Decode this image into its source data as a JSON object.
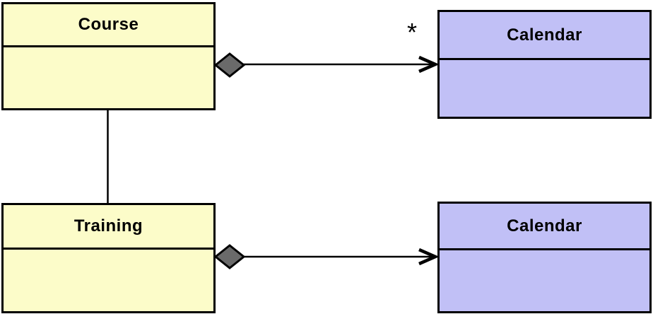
{
  "diagram": {
    "type": "uml-class-diagram",
    "colors": {
      "background": "#ffffff",
      "class_fill_yellow": "#fcfcc9",
      "class_fill_lavender": "#c1c0f6",
      "border": "#000000",
      "line": "#000000",
      "diamond_fill": "#6a6a6a",
      "text": "#000000"
    },
    "nodes": [
      {
        "id": "course",
        "label": "Course",
        "fill": "yellow",
        "attributes": ""
      },
      {
        "id": "calendar_top",
        "label": "Calendar",
        "fill": "lavender",
        "attributes": ""
      },
      {
        "id": "training",
        "label": "Training",
        "fill": "yellow",
        "attributes": ""
      },
      {
        "id": "calendar_bottom",
        "label": "Calendar",
        "fill": "lavender",
        "attributes": ""
      }
    ],
    "edges": [
      {
        "id": "course_calendar",
        "from": "Course",
        "to": "Calendar",
        "type": "aggregation-arrow",
        "multiplicity": "*"
      },
      {
        "id": "training_calendar",
        "from": "Training",
        "to": "Calendar",
        "type": "aggregation-arrow",
        "multiplicity": ""
      },
      {
        "id": "course_training",
        "from": "Course",
        "to": "Training",
        "type": "association-line",
        "multiplicity": ""
      }
    ]
  }
}
